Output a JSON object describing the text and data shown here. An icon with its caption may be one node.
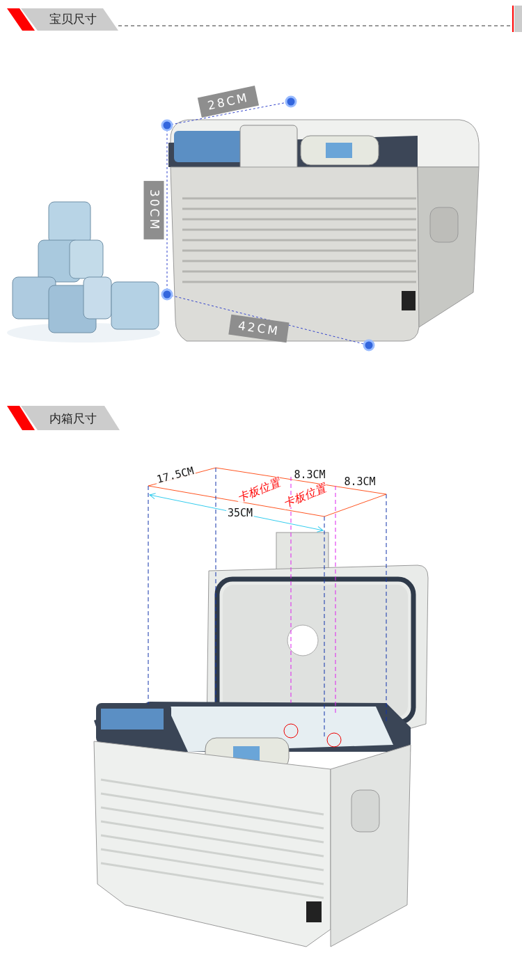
{
  "diagram": {
    "labels": [
      "宝贝尺寸",
      "28CM",
      "30CM",
      "42CM",
      "内箱尺寸",
      "17.5CM",
      "8.3CM",
      "卡板位置",
      "8.3CM",
      "卡板位置",
      "35CM"
    ]
  }
}
